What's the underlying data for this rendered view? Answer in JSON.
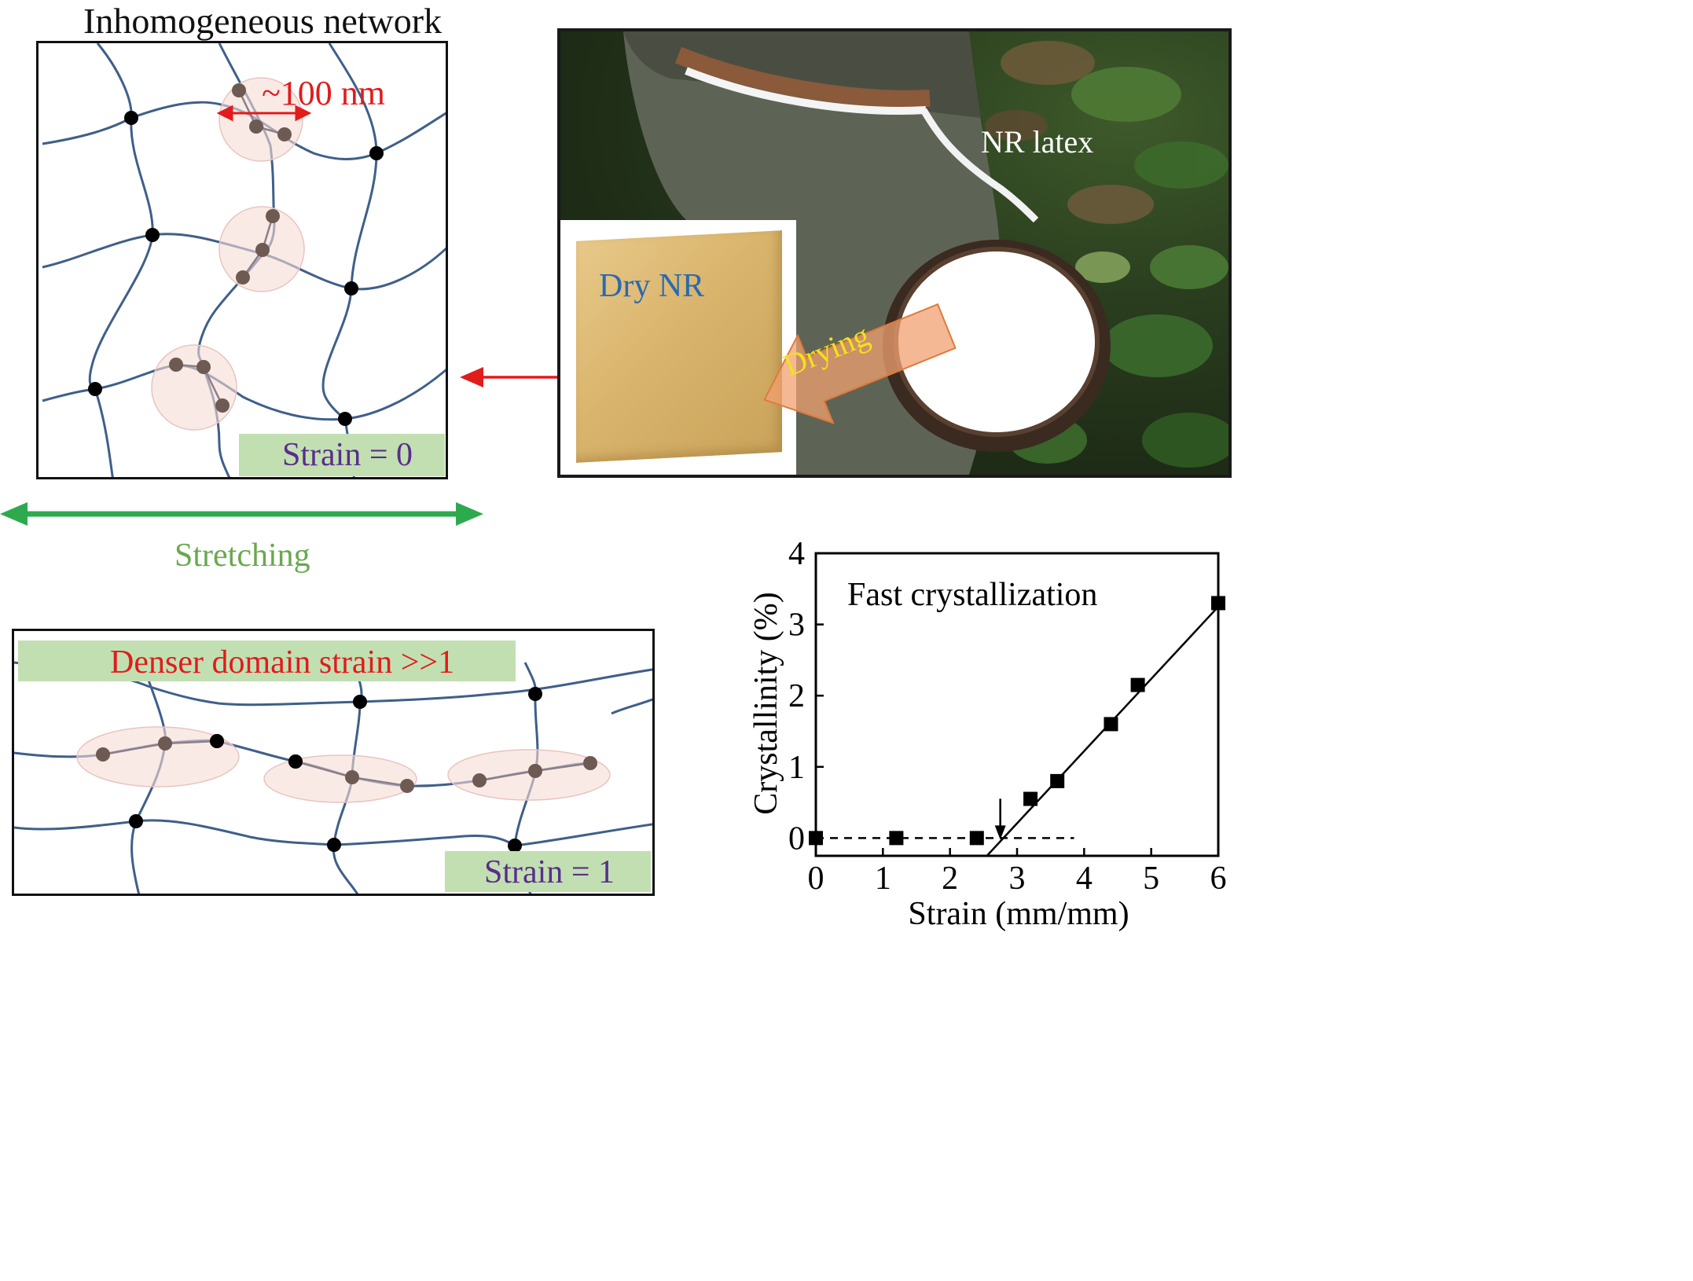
{
  "top_panel": {
    "title": "Inhomogeneous network",
    "scale_label": "~100 nm",
    "strain_label": "Strain = 0"
  },
  "stretch": {
    "label": "Stretching"
  },
  "bottom_panel": {
    "header_label": "Denser domain strain >>1",
    "strain_label": "Strain = 1"
  },
  "photo": {
    "latex_label": "NR latex",
    "dry_label": "Dry NR",
    "drying_label": "Drying"
  },
  "colors": {
    "chain": "#3f5f8a",
    "crosslink": "#000000",
    "domain_particle": "#6d5a52",
    "domain_fill": "#f6dcd6",
    "red_accent": "#e21b1b",
    "green_accent": "#2eaa4e",
    "green_tag": "#c2dfb2",
    "strain_text": "#5a2d8c",
    "drying_arrow": "#f0a070",
    "drying_text": "#f3e01e"
  },
  "chart_data": {
    "type": "scatter",
    "annotation": "Fast crystallization",
    "xlabel": "Strain (mm/mm)",
    "ylabel": "Crystallinity (%)",
    "xlim": [
      0,
      6
    ],
    "ylim": [
      -0.25,
      4
    ],
    "xticks": [
      0,
      1,
      2,
      3,
      4,
      5,
      6
    ],
    "yticks": [
      0,
      1,
      2,
      3,
      4
    ],
    "points": [
      {
        "x": 0.0,
        "y": 0.0
      },
      {
        "x": 1.2,
        "y": 0.0
      },
      {
        "x": 2.4,
        "y": 0.0
      },
      {
        "x": 3.2,
        "y": 0.55
      },
      {
        "x": 3.6,
        "y": 0.8
      },
      {
        "x": 4.4,
        "y": 1.6
      },
      {
        "x": 4.8,
        "y": 2.15
      },
      {
        "x": 6.0,
        "y": 3.3
      }
    ],
    "baseline": {
      "style": "dashed",
      "y": 0,
      "x_from": 0,
      "x_to": 3.85
    },
    "fit_line": {
      "style": "solid",
      "x_from": 2.55,
      "y_from": -0.25,
      "x_to": 6.0,
      "y_to": 3.25
    },
    "onset_arrow_x": 2.75
  }
}
